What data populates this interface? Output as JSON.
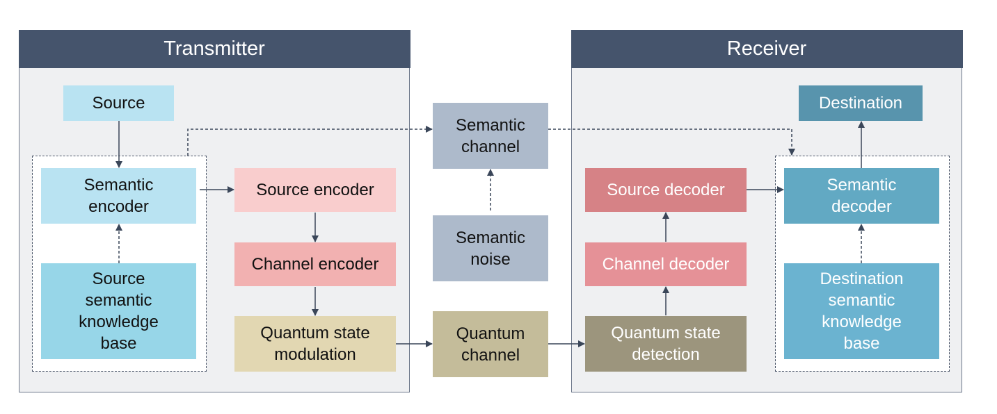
{
  "transmitter": {
    "title": "Transmitter",
    "blocks": {
      "source": "Source",
      "semantic_encoder": "Semantic\nencoder",
      "source_kb": "Source\nsemantic\nknowledge\nbase",
      "source_encoder": "Source encoder",
      "channel_encoder": "Channel encoder",
      "qs_modulation": "Quantum state\nmodulation"
    }
  },
  "middle": {
    "semantic_channel": "Semantic\nchannel",
    "semantic_noise": "Semantic\nnoise",
    "quantum_channel": "Quantum\nchannel"
  },
  "receiver": {
    "title": "Receiver",
    "blocks": {
      "destination": "Destination",
      "semantic_decoder": "Semantic\ndecoder",
      "destination_kb": "Destination\nsemantic\nknowledge\nbase",
      "source_decoder": "Source decoder",
      "channel_decoder": "Channel decoder",
      "qs_detection": "Quantum state\ndetection"
    }
  },
  "colors": {
    "header": "#45546c",
    "source": "#b9e3f2",
    "semantic_encoder": "#b9e3f2",
    "source_kb": "#97d6e8",
    "source_encoder": "#f9cdcd",
    "channel_encoder": "#f2b1b1",
    "qs_modulation": "#e2d7b2",
    "semantic_channel": "#adbacb",
    "semantic_noise": "#adbacb",
    "quantum_channel": "#c4bc9a",
    "qs_detection": "#9c957d",
    "channel_decoder": "#e59197",
    "source_decoder": "#d68286",
    "semantic_decoder": "#62a9c3",
    "destination_kb": "#6bb3d0",
    "destination": "#5894ad",
    "arrow": "#3a4659"
  }
}
